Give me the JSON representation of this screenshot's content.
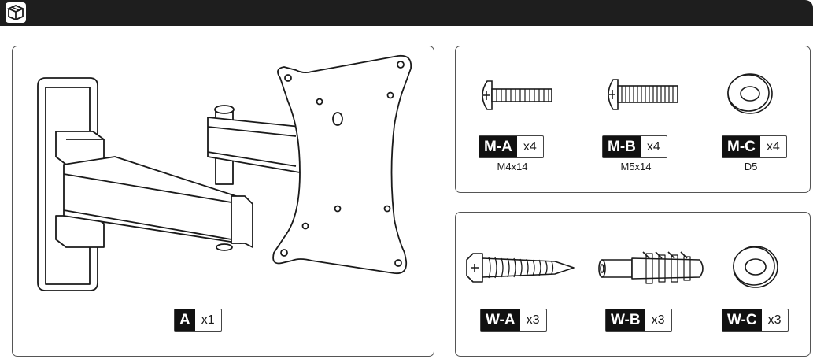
{
  "header": {
    "icon": "box-icon"
  },
  "main_part": {
    "code": "A",
    "qty": "x1",
    "icon": "tv-wall-mount-arm-icon"
  },
  "screws": [
    {
      "code": "M-A",
      "qty": "x4",
      "spec": "M4x14",
      "icon": "machine-screw-icon"
    },
    {
      "code": "M-B",
      "qty": "x4",
      "spec": "M5x14",
      "icon": "machine-screw-icon"
    },
    {
      "code": "M-C",
      "qty": "x4",
      "spec": "D5",
      "icon": "washer-icon"
    }
  ],
  "wall_hardware": [
    {
      "code": "W-A",
      "qty": "x3",
      "icon": "wood-screw-icon"
    },
    {
      "code": "W-B",
      "qty": "x3",
      "icon": "wall-anchor-icon"
    },
    {
      "code": "W-C",
      "qty": "x3",
      "icon": "washer-icon"
    }
  ]
}
